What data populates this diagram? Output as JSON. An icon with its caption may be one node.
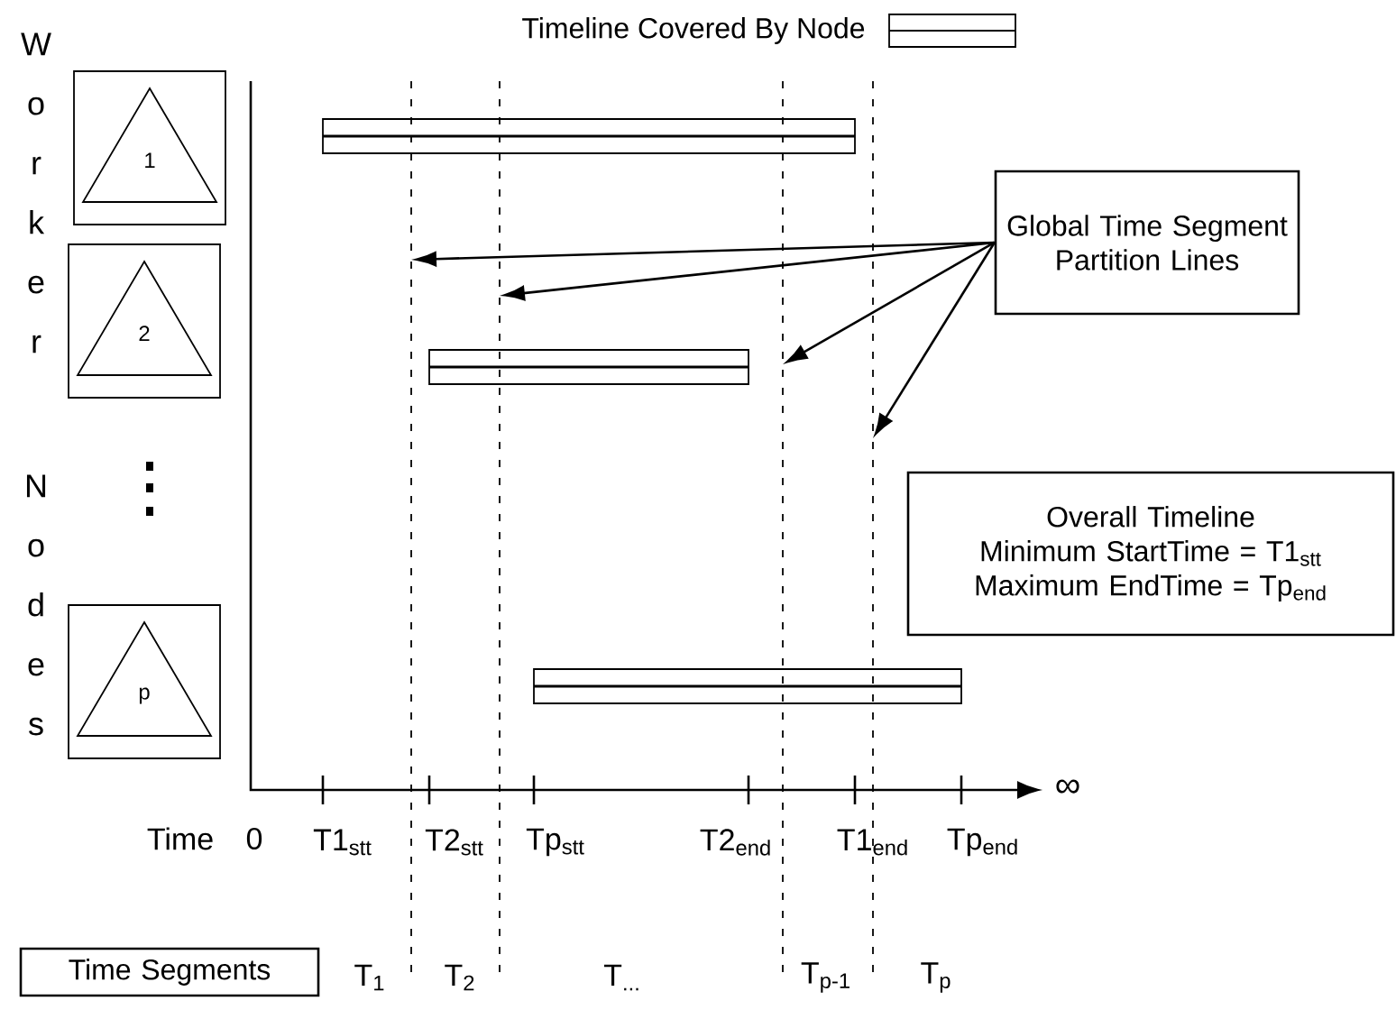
{
  "diagram": {
    "nodes": [
      {
        "text": [
          "1"
        ]
      },
      {
        "text": [
          "2"
        ]
      },
      {
        "text": [
          "p"
        ]
      },
      {
        "text": [
          "Global Time Segment Partition Lines"
        ]
      },
      {
        "text": [
          "Overall Timeline",
          "Minimum StartTime = T1$_{stt}$",
          "Maximum EndTime = Tp$_{end}$"
        ]
      },
      {
        "text": [
          "Time Segments"
        ]
      },
      {
        "text": [],
        "shape": "line"
      },
      {
        "text": [],
        "shape": "line"
      },
      {
        "text": [],
        "shape": "line"
      },
      {
        "text": [],
        "shape": "line"
      }
    ],
    "edges": [
      {
        "from": 3,
        "to": 6,
        "arrow": "to"
      },
      {
        "from": 3,
        "to": 7,
        "arrow": "to"
      },
      {
        "from": 3,
        "to": 8,
        "arrow": "to"
      },
      {
        "from": 3,
        "to": 9,
        "arrow": "to"
      }
    ],
    "labels": [
      "Worker",
      "Nodes",
      "Time",
      "0",
      "T1$_{stt}$",
      "T2$_{stt}$",
      "Tp$_{stt}$",
      "T2$_{end}$",
      "T1$_{end}$",
      "Tp$_{end}$",
      "∞",
      "T$_{1}$",
      "T$_{2}$",
      "T$_{...}$",
      "T$_{p-1}$",
      "T$_{p}$"
    ],
    "legend": [
      {
        "text": "Timeline Covered By Node"
      }
    ]
  }
}
